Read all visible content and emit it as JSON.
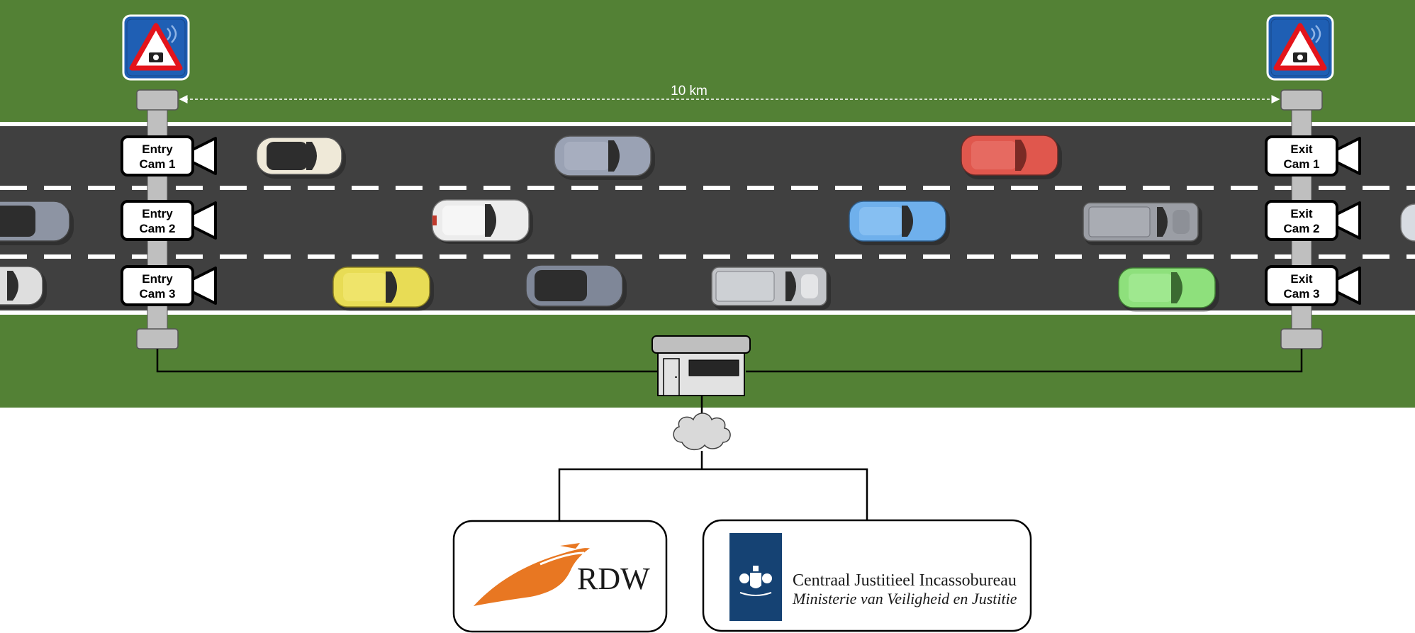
{
  "distance_label": "10 km",
  "entry_cameras": [
    {
      "line1": "Entry",
      "line2": "Cam 1"
    },
    {
      "line1": "Entry",
      "line2": "Cam 2"
    },
    {
      "line1": "Entry",
      "line2": "Cam 3"
    }
  ],
  "exit_cameras": [
    {
      "line1": "Exit",
      "line2": "Cam 1"
    },
    {
      "line1": "Exit",
      "line2": "Cam 2"
    },
    {
      "line1": "Exit",
      "line2": "Cam 3"
    }
  ],
  "organizations": {
    "rdw": {
      "label": "RDW"
    },
    "cjib": {
      "title": "Centraal Justitieel Incassobureau",
      "subtitle": "Ministerie van Veiligheid en Justitie"
    }
  },
  "colors": {
    "grass": "#538135",
    "road": "#404040",
    "pole": "#bfbfbf",
    "sign_blue": "#1f5fb4",
    "rdw_orange": "#e87722",
    "cjib_blue": "#154273"
  },
  "vehicles": [
    {
      "type": "car",
      "color": "#efe9d8",
      "lane": 1
    },
    {
      "type": "car",
      "color": "#9aa2b4",
      "lane": 1
    },
    {
      "type": "car",
      "color": "#e0574d",
      "lane": 1
    },
    {
      "type": "car",
      "color": "#8d94a3",
      "lane": 2
    },
    {
      "type": "car",
      "color": "#ececec",
      "lane": 2
    },
    {
      "type": "car",
      "color": "#6fb0ec",
      "lane": 2
    },
    {
      "type": "pickup",
      "color": "#9b9ea5",
      "lane": 2
    },
    {
      "type": "car",
      "color": "#d8dce2",
      "lane": 2
    },
    {
      "type": "car",
      "color": "#dedede",
      "lane": 3
    },
    {
      "type": "car",
      "color": "#e8dc55",
      "lane": 3
    },
    {
      "type": "car",
      "color": "#7f8798",
      "lane": 3
    },
    {
      "type": "pickup",
      "color": "#c2c4c8",
      "lane": 3
    },
    {
      "type": "car",
      "color": "#8ee07c",
      "lane": 3
    }
  ]
}
